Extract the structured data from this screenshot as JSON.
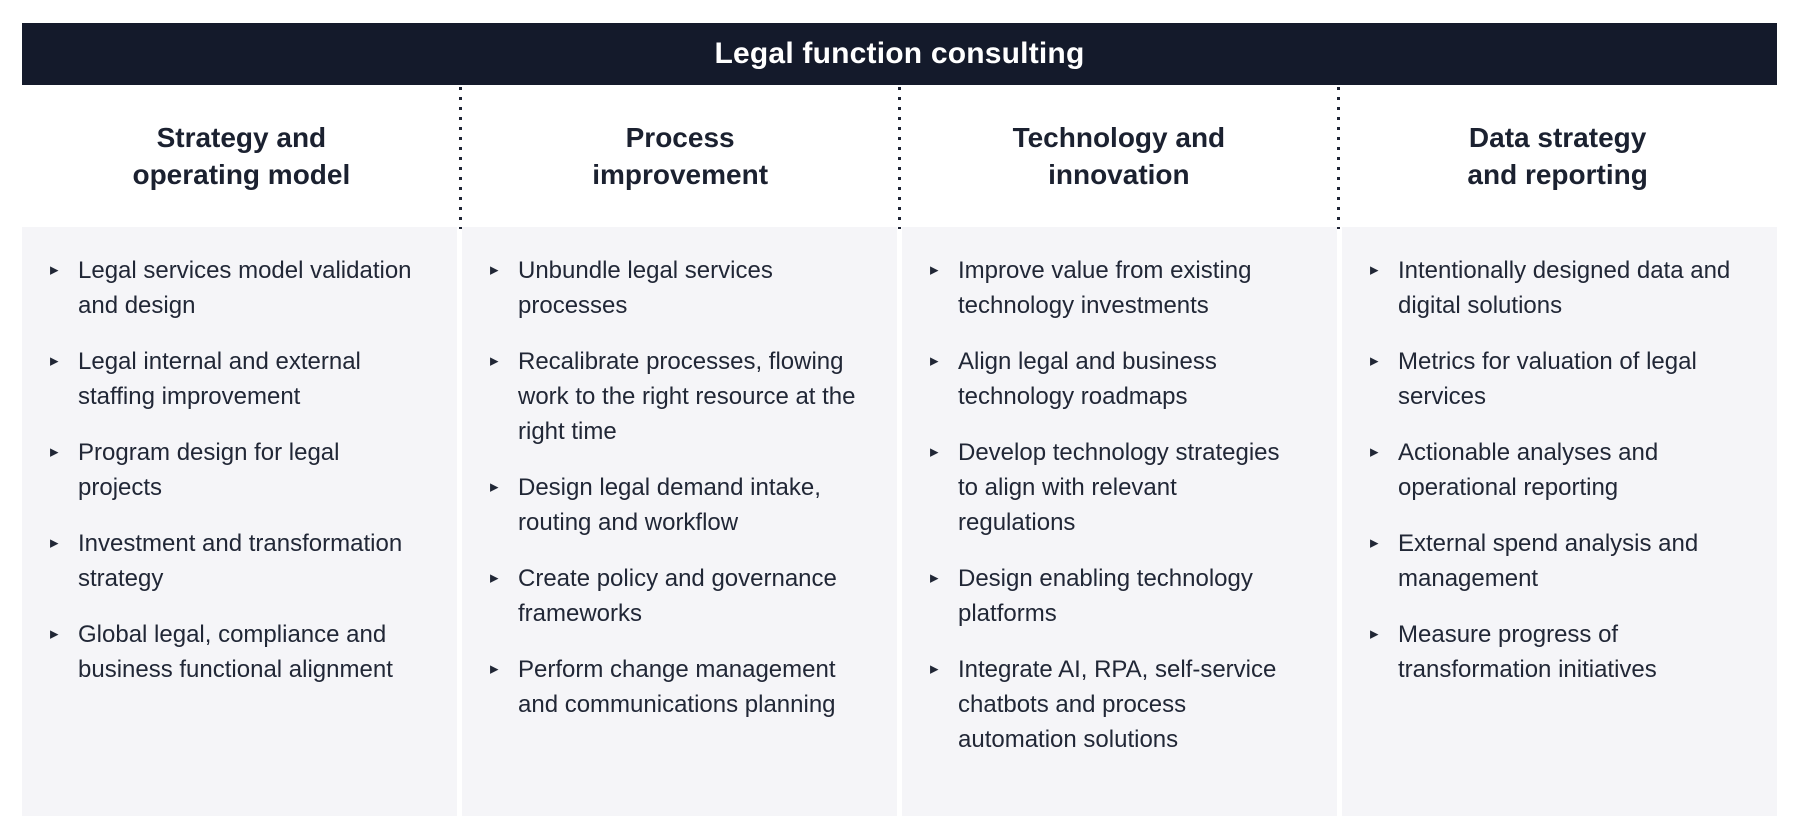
{
  "banner": {
    "title": "Legal function consulting"
  },
  "ui": {
    "bullet_char": "▸"
  },
  "colors": {
    "banner_bg": "#141a2b",
    "banner_text": "#ffffff",
    "panel_bg": "#f5f5f8",
    "text": "#212736",
    "divider_dots": "#1e2434"
  },
  "columns": [
    {
      "header": "Strategy and\noperating model",
      "items": [
        "Legal services model validation and design",
        "Legal internal and external staffing improvement",
        "Program design for legal projects",
        "Investment and transformation strategy",
        "Global legal, compliance and business functional alignment"
      ]
    },
    {
      "header": "Process\nimprovement",
      "items": [
        "Unbundle legal services processes",
        "Recalibrate processes, flowing work to the right resource at the right time",
        "Design legal demand intake, routing and workflow",
        "Create policy and governance frameworks",
        "Perform change management and communications planning"
      ]
    },
    {
      "header": "Technology and\ninnovation",
      "items": [
        "Improve value from existing technology investments",
        "Align legal and business technology roadmaps",
        "Develop technology strategies to align with relevant regulations",
        "Design enabling technology platforms",
        "Integrate AI, RPA, self-service chatbots and process automation solutions"
      ]
    },
    {
      "header": "Data strategy\nand reporting",
      "items": [
        "Intentionally designed data and digital solutions",
        "Metrics for valuation of legal services",
        "Actionable analyses and operational reporting",
        "External spend analysis and management",
        "Measure progress of transformation initiatives"
      ]
    }
  ]
}
